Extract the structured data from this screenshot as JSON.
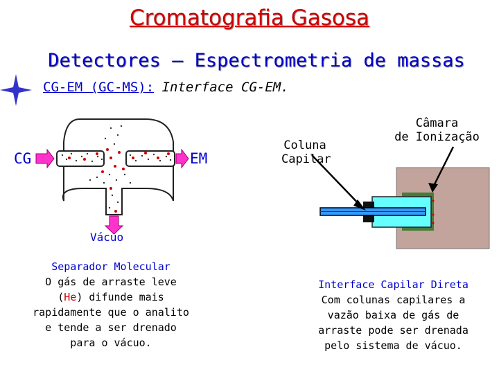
{
  "title": "Cromatografia Gasosa",
  "subtitle": "Detectores – Espectrometria de massas",
  "bullet": {
    "prefix": "CG-EM (GC-MS):",
    "text": "Interface CG-EM."
  },
  "left_diagram": {
    "label_cg": "CG",
    "label_em": "EM",
    "label_vacuo": "Vácuo",
    "caption": {
      "title": "Separador Molecular",
      "line1": "O gás de arraste leve",
      "line2_open": "(",
      "line2_he": "He",
      "line2_rest": ") difunde mais",
      "line3": "rapidamente que o analito",
      "line4": "e tende a ser drenado",
      "line5": "para o vácuo."
    }
  },
  "right_diagram": {
    "label_coluna_1": "Coluna",
    "label_coluna_2": "Capilar",
    "label_camara_1": "Câmara",
    "label_camara_2": "de Ionização",
    "caption": {
      "title": "Interface Capilar Direta",
      "line1": "Com colunas capilares a",
      "line2": "vazão baixa de gás de",
      "line3": "arraste pode ser drenada",
      "line4": "pelo sistema de vácuo."
    }
  },
  "colors": {
    "title": "#cc0000",
    "accent_blue": "#0000cc",
    "arrow_magenta": "#ff33cc",
    "chamber_brown": "#c2a49c",
    "chamber_cyan": "#66ffff",
    "capillary_blue": "#3399ff"
  }
}
